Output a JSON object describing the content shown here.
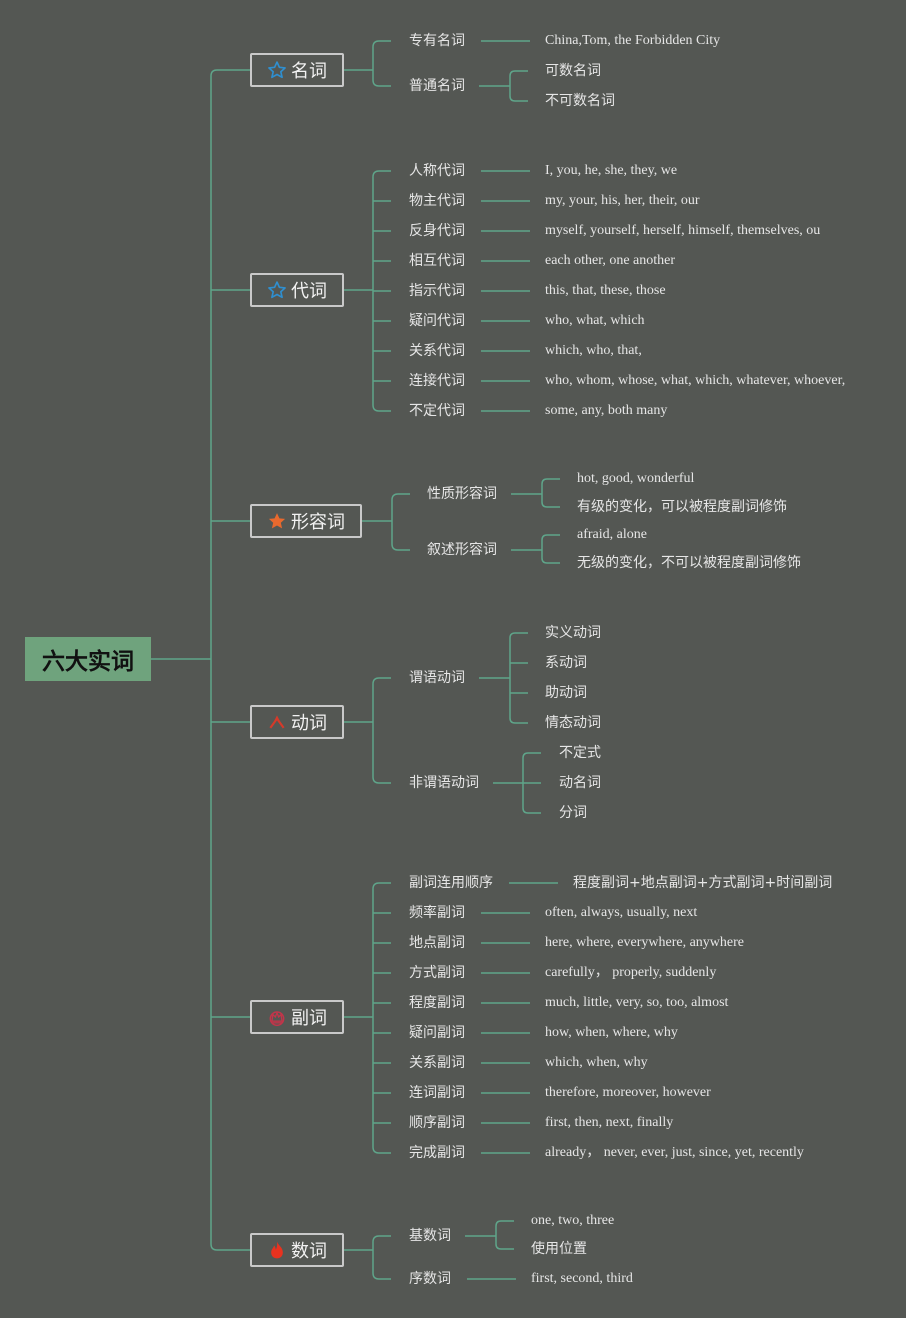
{
  "root": {
    "label": "六大实词"
  },
  "categories": [
    {
      "label": "名词",
      "icon": "star-outline-icon",
      "subs": [
        {
          "label": "专有名词",
          "values": [
            "China,Tom, the Forbidden City"
          ]
        },
        {
          "label": "普通名词",
          "values": [
            "可数名词",
            "不可数名词"
          ]
        }
      ]
    },
    {
      "label": "代词",
      "icon": "star-outline-icon",
      "subs": [
        {
          "label": "人称代词",
          "values": [
            "I, you, he, she, they, we"
          ]
        },
        {
          "label": "物主代词",
          "values": [
            "my, your, his, her, their, our"
          ]
        },
        {
          "label": "反身代词",
          "values": [
            "myself, yourself, herself, himself, themselves, ou"
          ]
        },
        {
          "label": "相互代词",
          "values": [
            "each other, one another"
          ]
        },
        {
          "label": "指示代词",
          "values": [
            "this, that, these, those"
          ]
        },
        {
          "label": "疑问代词",
          "values": [
            "who, what, which"
          ]
        },
        {
          "label": "关系代词",
          "values": [
            "which, who, that,"
          ]
        },
        {
          "label": "连接代词",
          "values": [
            "who, whom, whose, what, which, whatever, whoever,"
          ]
        },
        {
          "label": "不定代词",
          "values": [
            "some, any, both many"
          ]
        }
      ]
    },
    {
      "label": "形容词",
      "icon": "star-filled-icon",
      "subs": [
        {
          "label": "性质形容词",
          "values": [
            "hot, good, wonderful",
            "有级的变化，可以被程度副词修饰"
          ]
        },
        {
          "label": "叙述形容词",
          "values": [
            "afraid, alone",
            "无级的变化，不可以被程度副词修饰"
          ]
        }
      ]
    },
    {
      "label": "动词",
      "icon": "chevron-up-icon",
      "subs": [
        {
          "label": "谓语动词",
          "values": [
            "实义动词",
            "系动词",
            "助动词",
            "情态动词"
          ]
        },
        {
          "label": "非谓语动词",
          "values": [
            "不定式",
            "动名词",
            "分词"
          ]
        }
      ]
    },
    {
      "label": "副词",
      "icon": "crown-icon",
      "subs": [
        {
          "label": "副词连用顺序",
          "values": [
            "程度副词+地点副词+方式副词+时间副词"
          ]
        },
        {
          "label": "频率副词",
          "values": [
            "often, always, usually, next"
          ]
        },
        {
          "label": "地点副词",
          "values": [
            "here, where, everywhere, anywhere"
          ]
        },
        {
          "label": "方式副词",
          "values": [
            "carefully， properly, suddenly"
          ]
        },
        {
          "label": "程度副词",
          "values": [
            "much, little, very, so, too, almost"
          ]
        },
        {
          "label": "疑问副词",
          "values": [
            "how, when, where, why"
          ]
        },
        {
          "label": "关系副词",
          "values": [
            "which, when, why"
          ]
        },
        {
          "label": "连词副词",
          "values": [
            "therefore, moreover, however"
          ]
        },
        {
          "label": "顺序副词",
          "values": [
            "first, then, next, finally"
          ]
        },
        {
          "label": "完成副词",
          "values": [
            "already， never, ever, just, since, yet, recently"
          ]
        }
      ]
    },
    {
      "label": "数词",
      "icon": "flame-icon",
      "subs": [
        {
          "label": "基数词",
          "values": [
            "one, two, three",
            "使用位置"
          ]
        },
        {
          "label": "序数词",
          "values": [
            "first, second, third"
          ]
        }
      ]
    }
  ],
  "colors": {
    "background": "#545753",
    "connector": "#5fa58a",
    "root": "#6fa37d",
    "star_outline": "#2f8fd0",
    "star_filled": "#e8692e",
    "chevron": "#d43a2a",
    "crown": "#c2354a",
    "flame": "#e8321f"
  }
}
